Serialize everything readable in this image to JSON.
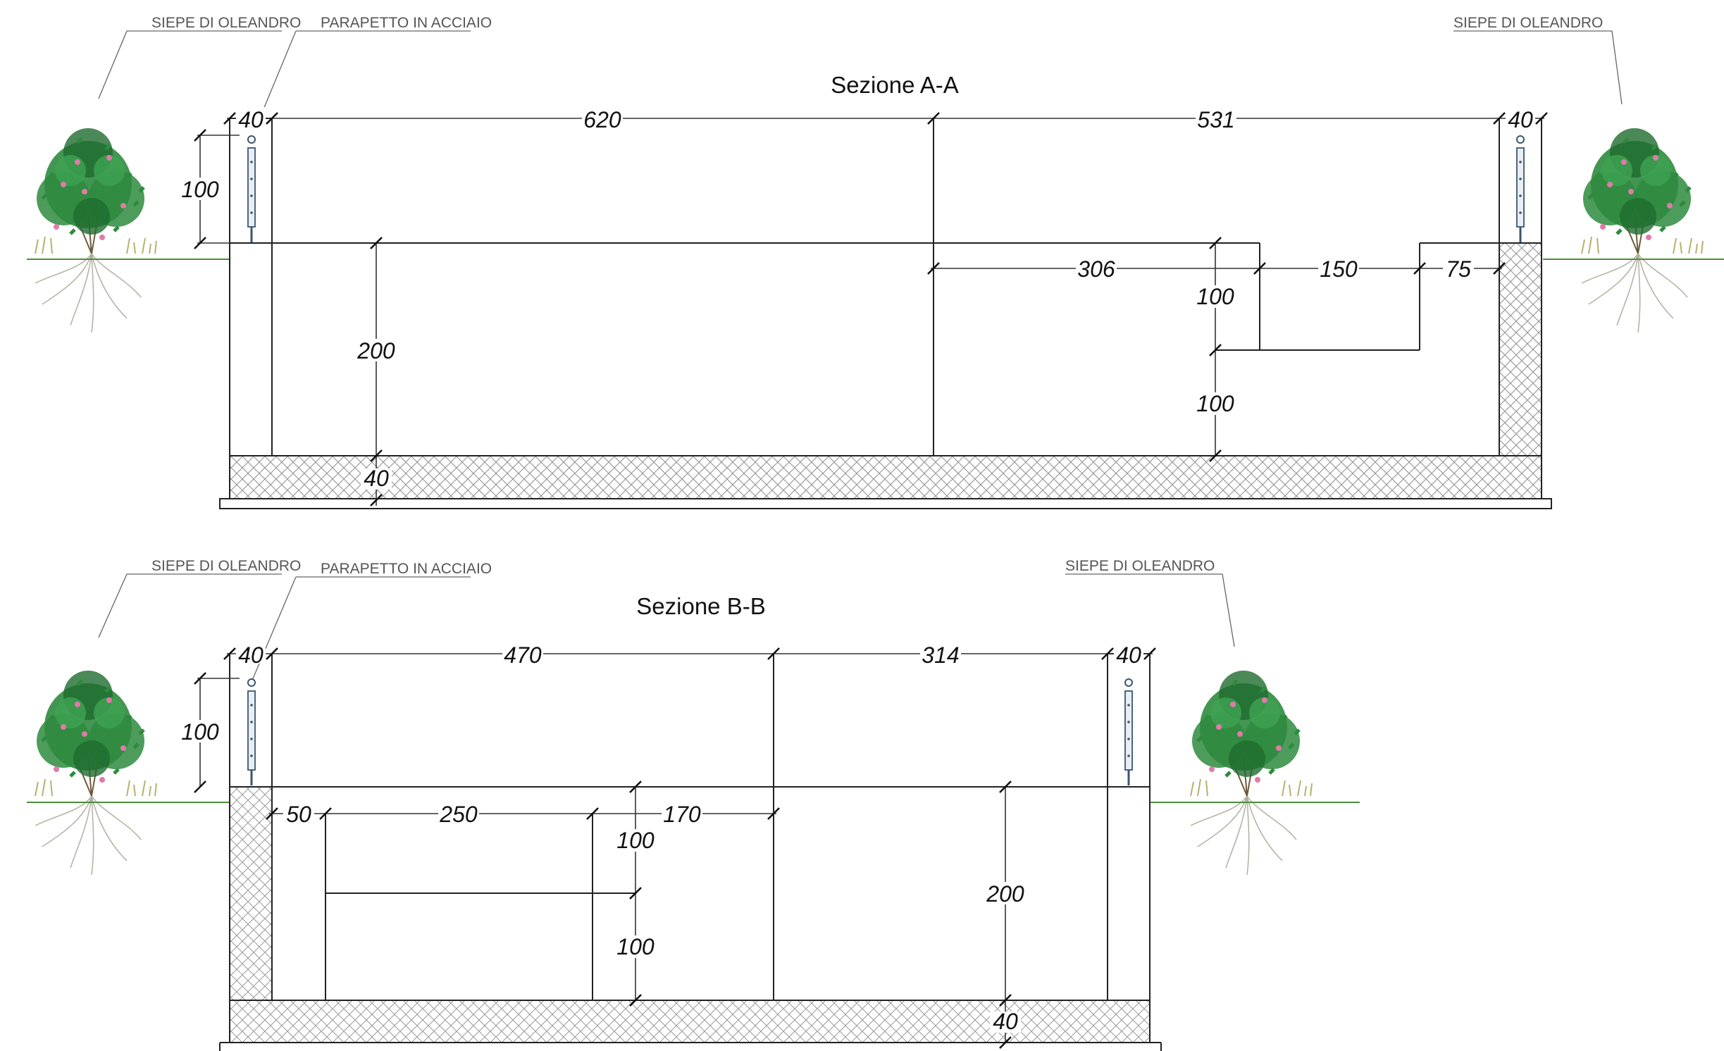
{
  "sections": [
    {
      "title": "Sezione A-A",
      "callouts": [
        "SIEPE DI OLEANDRO",
        "PARAPETTO IN ACCIAIO",
        "SIEPE DI OLEANDRO"
      ],
      "dimensions": {
        "top_left_wall": "40",
        "top_span_1": "620",
        "top_span_2": "531",
        "top_right_wall": "40",
        "railing_height": "100",
        "depth_total": "200",
        "slab": "40",
        "step_span_1": "306",
        "step_span_2": "150",
        "step_span_3": "75",
        "step_upper": "100",
        "step_lower": "100"
      }
    },
    {
      "title": "Sezione B-B",
      "callouts": [
        "SIEPE DI OLEANDRO",
        "PARAPETTO IN ACCIAIO",
        "SIEPE DI OLEANDRO"
      ],
      "dimensions": {
        "top_left_wall": "40",
        "top_span_1": "470",
        "top_span_2": "314",
        "top_right_wall": "40",
        "railing_height": "100",
        "step_span_1": "50",
        "step_span_2": "250",
        "step_span_3": "170",
        "step_upper": "100",
        "step_lower": "100",
        "depth_total": "200",
        "slab": "40"
      }
    }
  ],
  "colors": {
    "foliage": "#2e8b3e",
    "foliage_dark": "#1f6b2e",
    "flower": "#e07aa8",
    "ground": "#4a8f3a",
    "railing": "#3b5670",
    "hatch": "#9a9a9a"
  },
  "icons": [
    "oleander-shrub-icon",
    "steel-railing-icon"
  ]
}
